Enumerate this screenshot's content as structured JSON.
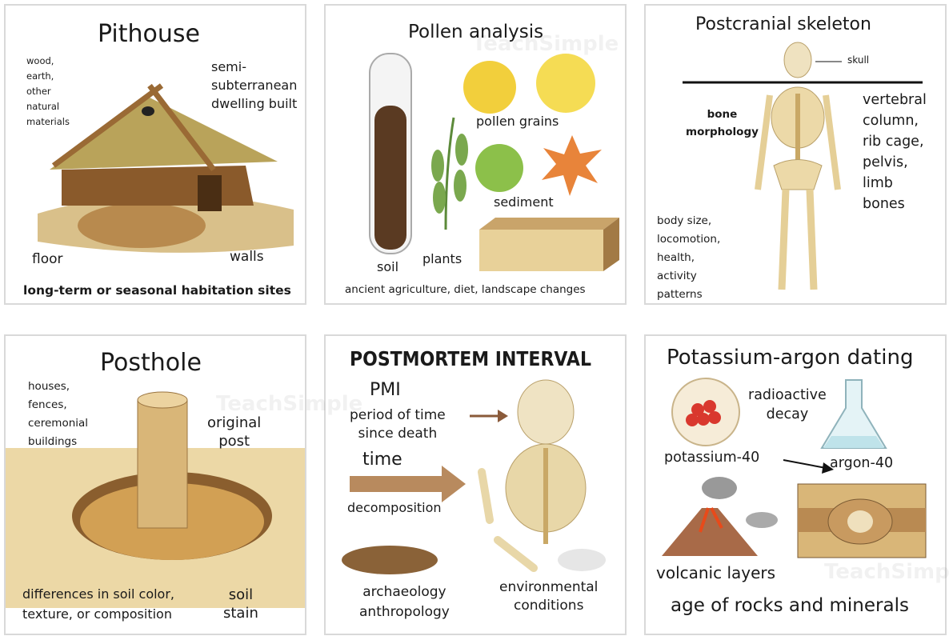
{
  "watermark": "TeachSimple",
  "panels": {
    "pithouse": {
      "title": "Pithouse",
      "materials": [
        "wood,",
        "earth,",
        "other",
        "natural",
        "materials"
      ],
      "desc": [
        "semi-",
        "subterranean",
        "dwelling built"
      ],
      "floor": "floor",
      "walls": "walls",
      "caption": "long-term or seasonal habitation sites"
    },
    "pollen": {
      "title": "Pollen analysis",
      "grains": "pollen grains",
      "sediment": "sediment",
      "soil": "soil",
      "plants": "plants",
      "caption": "ancient agriculture, diet, landscape changes"
    },
    "postcranial": {
      "title": "Postcranial skeleton",
      "skull": "skull",
      "bone": [
        "bone",
        "morphology"
      ],
      "parts": [
        "vertebral",
        "column,",
        "rib cage,",
        "pelvis,",
        "limb",
        "bones"
      ],
      "uses": [
        "body size,",
        "locomotion,",
        "health,",
        "activity",
        "patterns"
      ]
    },
    "posthole": {
      "title": "Posthole",
      "uses": [
        "houses,",
        "fences,",
        "ceremonial",
        "buildings"
      ],
      "post": [
        "original",
        "post"
      ],
      "diff": [
        "differences in soil color,",
        "texture, or composition"
      ],
      "stain": [
        "soil",
        "stain"
      ]
    },
    "pmi": {
      "title": "POSTMORTEM INTERVAL",
      "abbr": "PMI",
      "def": [
        "period of time",
        "since death"
      ],
      "time": "time",
      "decomp": "decomposition",
      "fields": [
        "archaeology",
        "anthropology"
      ],
      "env": [
        "environmental",
        "conditions"
      ]
    },
    "kar": {
      "title": "Potassium-argon dating",
      "decay": [
        "radioactive",
        "decay"
      ],
      "k": "potassium-40",
      "ar": "argon-40",
      "volc": "volcanic layers",
      "caption": "age of rocks and minerals"
    }
  }
}
